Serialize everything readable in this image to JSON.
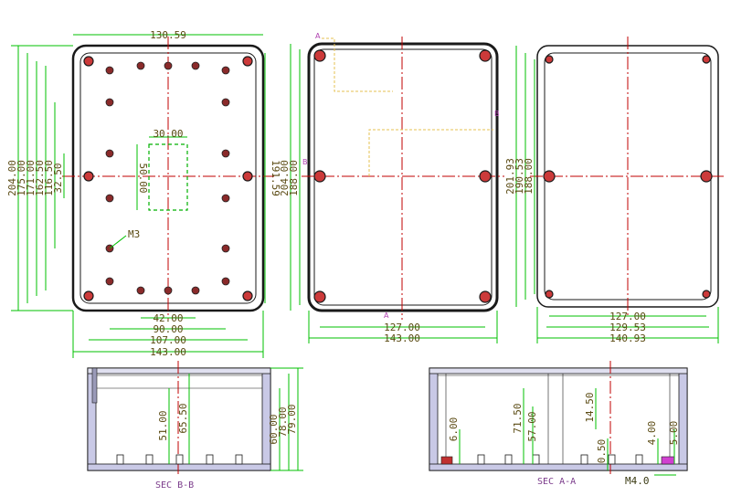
{
  "front_view": {
    "dims_horizontal": [
      "130.59",
      "42.00",
      "90.00",
      "107.00",
      "143.00",
      "30.00"
    ],
    "dims_vertical": [
      "204.00",
      "175.00",
      "171.00",
      "162.50",
      "116.50",
      "32.50",
      "50.00",
      "191.59"
    ],
    "callout": "M3"
  },
  "lid_view": {
    "dims_horizontal": [
      "127.00",
      "143.00"
    ],
    "dims_vertical": [
      "204.00",
      "188.00"
    ],
    "section_marks": [
      "A",
      "A",
      "B",
      "B"
    ]
  },
  "base_view": {
    "dims_horizontal": [
      "127.00",
      "129.53",
      "140.93"
    ],
    "dims_vertical": [
      "201.93",
      "190.53",
      "188.00"
    ]
  },
  "section_bb": {
    "title": "SEC B-B",
    "dims_vertical": [
      "51.00",
      "65.50",
      "60.00",
      "78.00",
      "79.00"
    ]
  },
  "section_aa": {
    "title": "SEC A-A",
    "dims_vertical": [
      "6.00",
      "71.50",
      "57.00",
      "14.50",
      "0.50",
      "4.00",
      "5.00"
    ],
    "callout": "M4.0"
  }
}
